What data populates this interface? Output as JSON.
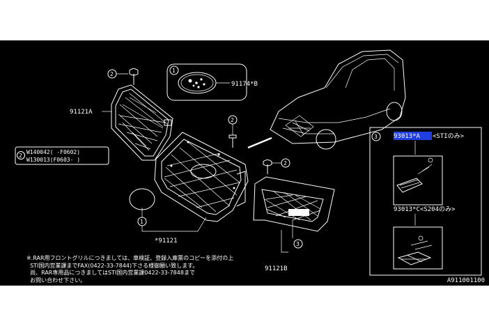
{
  "parts": {
    "p91174B": "91174*B",
    "p91121A": "91121A",
    "p91121": "*91121",
    "p91121B": "91121B",
    "p93013A": "93013*A",
    "p93013A_suffix": "<STIのみ>",
    "p93013C": "93013*C<S204のみ>"
  },
  "callouts": {
    "one_top": "1",
    "two_top": "2",
    "two_mid": "2",
    "two_left": "2",
    "two_right": "2",
    "one_bottom": "1",
    "three_box": "3",
    "three_bottom": "3"
  },
  "bolt_ref": {
    "line1": "W140042( -F0602)",
    "line2": "W130013(F0603- )"
  },
  "footnote": {
    "line1": "※.RAR用フロントグリルにつきましては、車検証、登録入庫票のコピーを添付の上",
    "line2": "  STI国内営業課までFAX(0422-33-7844)下さる様御願い致します。",
    "line3": "  尚、RAR専用品につきましてはSTI国内営業課0422-33-7848まで",
    "line4": "  お問い合わせ下さい。"
  },
  "figure_id": "A911001100",
  "colors": {
    "background": "#000000",
    "line": "#ffffff",
    "selection": "#1f3fe0"
  }
}
